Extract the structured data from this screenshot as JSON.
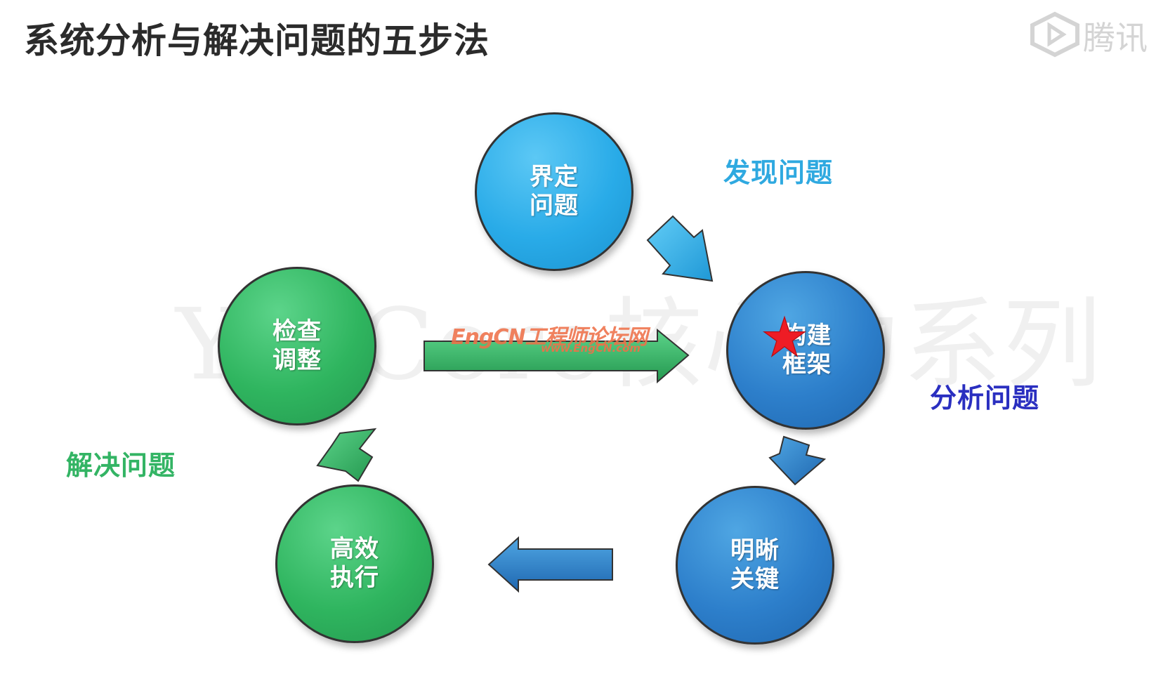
{
  "title": "系统分析与解决问题的五步法",
  "brand": {
    "logo_text": "腾讯"
  },
  "watermarks": {
    "course": "YouCore核心力系列",
    "forum": "EngCN工程师论坛网",
    "forum_url": "www.EngCN.com"
  },
  "phases": {
    "discover": {
      "label": "发现问题",
      "color": "#2fa9e0"
    },
    "analyze": {
      "label": "分析问题",
      "color": "#2a2fc0"
    },
    "solve": {
      "label": "解决问题",
      "color": "#33b464"
    }
  },
  "steps": [
    {
      "id": "define",
      "label": "界定\n问题",
      "group": "discover"
    },
    {
      "id": "framework",
      "label": "构建\n框架",
      "group": "analyze",
      "starred": true
    },
    {
      "id": "key",
      "label": "明晰\n关键",
      "group": "analyze"
    },
    {
      "id": "execute",
      "label": "高效\n执行",
      "group": "solve"
    },
    {
      "id": "review",
      "label": "检查\n调整",
      "group": "solve"
    }
  ],
  "colors": {
    "sky_blue": "#29abe8",
    "blue": "#2d7fcb",
    "green": "#2fb55f",
    "star": "#ee1c25",
    "outline": "#333333"
  },
  "icons": {
    "brand": "tencent-classroom-logo-icon",
    "highlight": "star-icon",
    "flow": "arrow-icon"
  }
}
